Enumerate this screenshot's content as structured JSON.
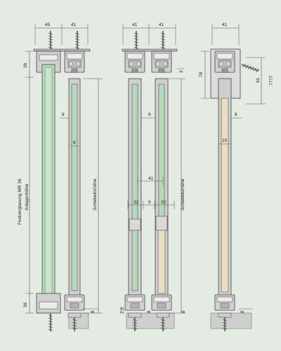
{
  "colors": {
    "background": "#e3ebe2",
    "frame_fill": "#d3d3d3",
    "frame_stroke": "#4a4a4a",
    "profile_fill": "#c4c4c4",
    "glass_green": "#b6d9bc",
    "wood": "#e9ddc4",
    "floor_fill": "#cfcfcf",
    "dim_line": "#555555",
    "text": "#222222"
  },
  "icons": {
    "screw": "screw-icon",
    "glass_pane": "glass-pane",
    "wood_panel": "wood-panel",
    "floor_block": "floor-block"
  },
  "views": {
    "fixed_glazing": {
      "dim_top_left": "45",
      "dim_top_right": "41",
      "dim_upper_36": "36",
      "dim_lower_36": "36",
      "label_fixed": "Festverglasung MR 36",
      "label_height": "Anlagenhöhe",
      "label_sliding": "Schiebetürhöhe",
      "dim_gap_8": "8",
      "dim_6": "6",
      "dim_bottom_8": "8"
    },
    "double_sliding": {
      "dim_top_left": "41",
      "dim_top_right": "41",
      "dim_3": "3",
      "dim_mid_9": "9",
      "dim_center_41": "41",
      "dim_32_left": "32",
      "dim_9": "9",
      "dim_32_right": "32",
      "label_sliding": "Schiebetürhöhe",
      "dim_2_6": "2,6",
      "dim_8_left": "8",
      "dim_8_right": "8"
    },
    "single_sliding": {
      "dim_top": "41",
      "dim_78": "78",
      "dim_61": "61",
      "dim_7777": "7777",
      "dim_8": "8",
      "dim_10": "10",
      "dim_bottom_8": "8"
    }
  }
}
